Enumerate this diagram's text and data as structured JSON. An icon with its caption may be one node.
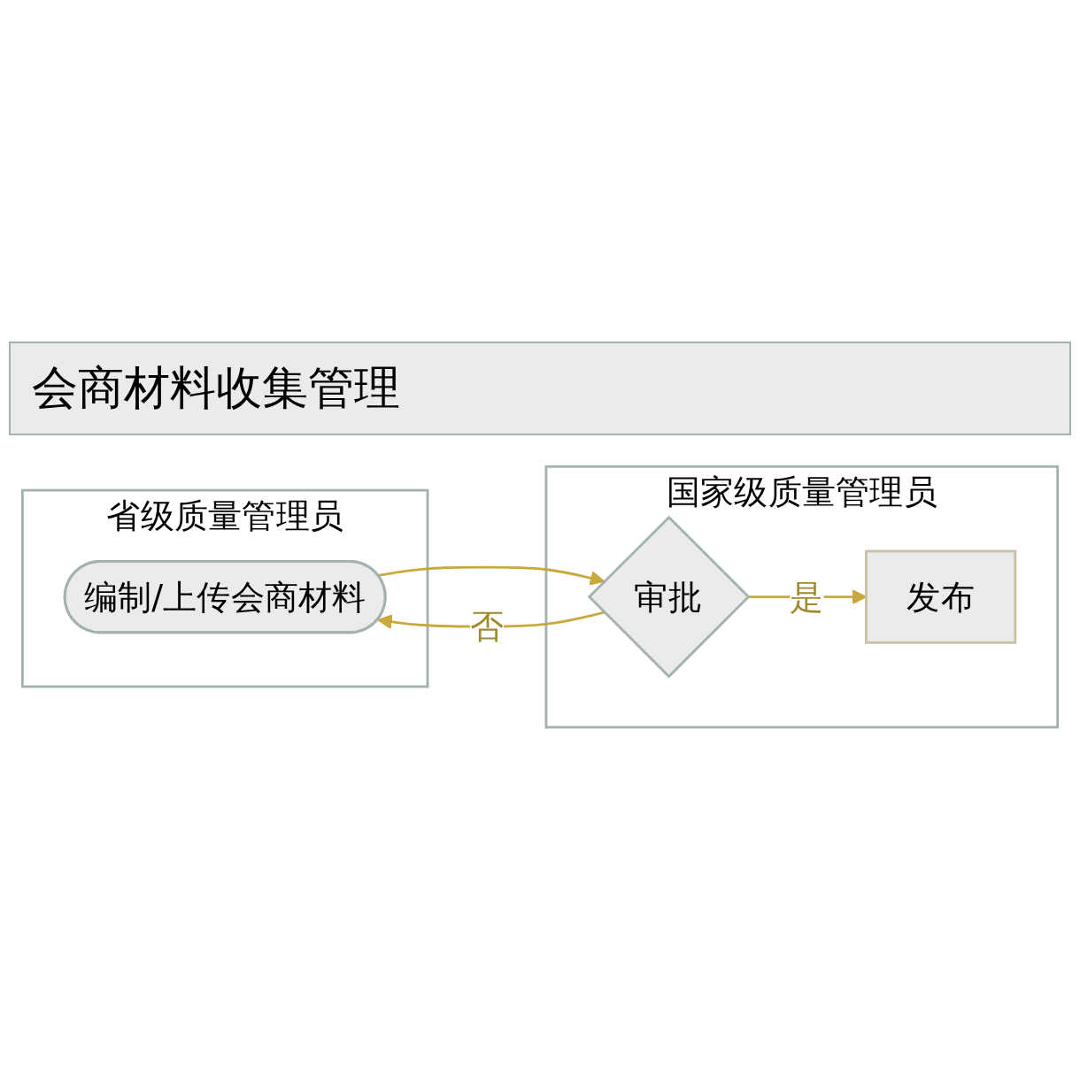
{
  "diagram": {
    "title": "会商材料收集管理",
    "nodes": [
      {
        "text": [
          "省级质量管理员"
        ]
      },
      {
        "text": [
          "国家级质量管理员"
        ]
      },
      {
        "text": [
          "编制/上传会商材料"
        ],
        "in": 0
      },
      {
        "text": [
          "审批"
        ],
        "in": 1
      },
      {
        "text": [
          "发布"
        ],
        "in": 1
      }
    ],
    "edges": [
      {
        "from": 2,
        "to": 3,
        "arrow": "to"
      },
      {
        "from": 3,
        "to": 2,
        "arrow": "to",
        "label": "否"
      },
      {
        "from": 3,
        "to": 4,
        "arrow": "to",
        "label": "是"
      }
    ]
  }
}
